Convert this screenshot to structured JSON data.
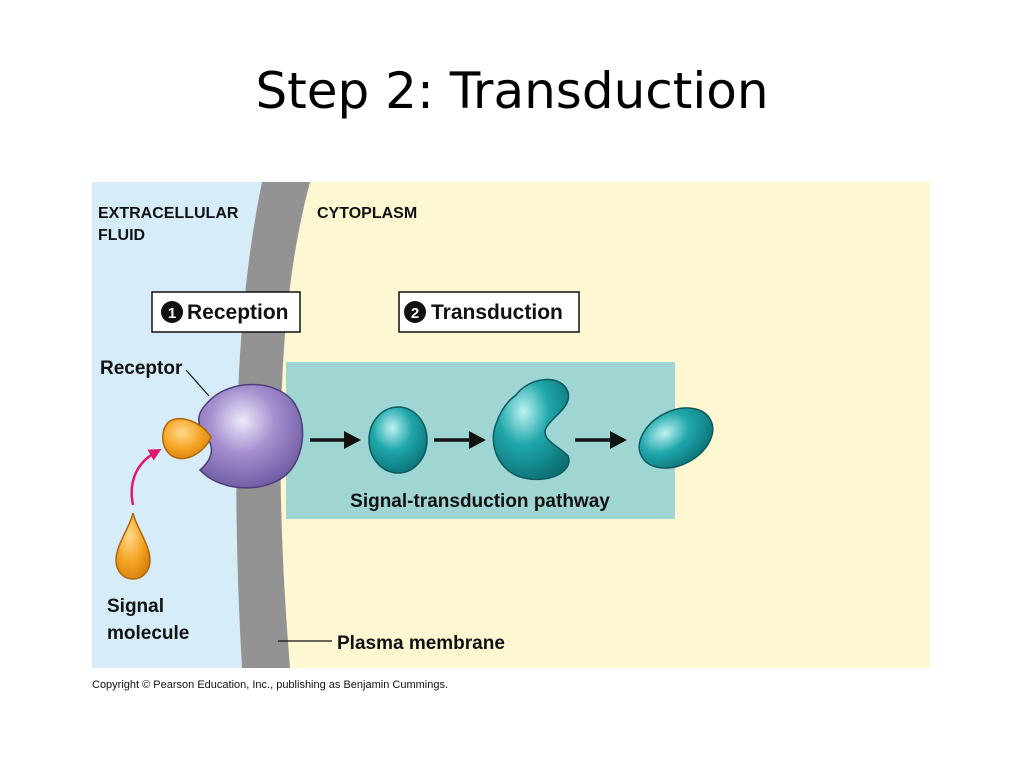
{
  "slide": {
    "title": "Step 2: Transduction"
  },
  "figure": {
    "region_extracellular_line1": "EXTRACELLULAR",
    "region_extracellular_line2": "FLUID",
    "region_cytoplasm": "CYTOPLASM",
    "step1_number": "1",
    "step1_label": "Reception",
    "step2_number": "2",
    "step2_label": "Transduction",
    "receptor_label": "Receptor",
    "pathway_label": "Signal-transduction pathway",
    "signal_line1": "Signal",
    "signal_line2": "molecule",
    "membrane_label": "Plasma membrane",
    "colors": {
      "extracellular": "#d6ecf8",
      "cytoplasm": "#fdf7d2",
      "membrane": "#939393",
      "pathway_box": "#9fd6d3",
      "receptor": "#9d86c8",
      "signal": "#f4a323",
      "relay": "#1a9aa0",
      "signal_arrow": "#e0186c"
    }
  },
  "footer": {
    "copyright": "Copyright © Pearson Education, Inc., publishing as Benjamin Cummings."
  }
}
